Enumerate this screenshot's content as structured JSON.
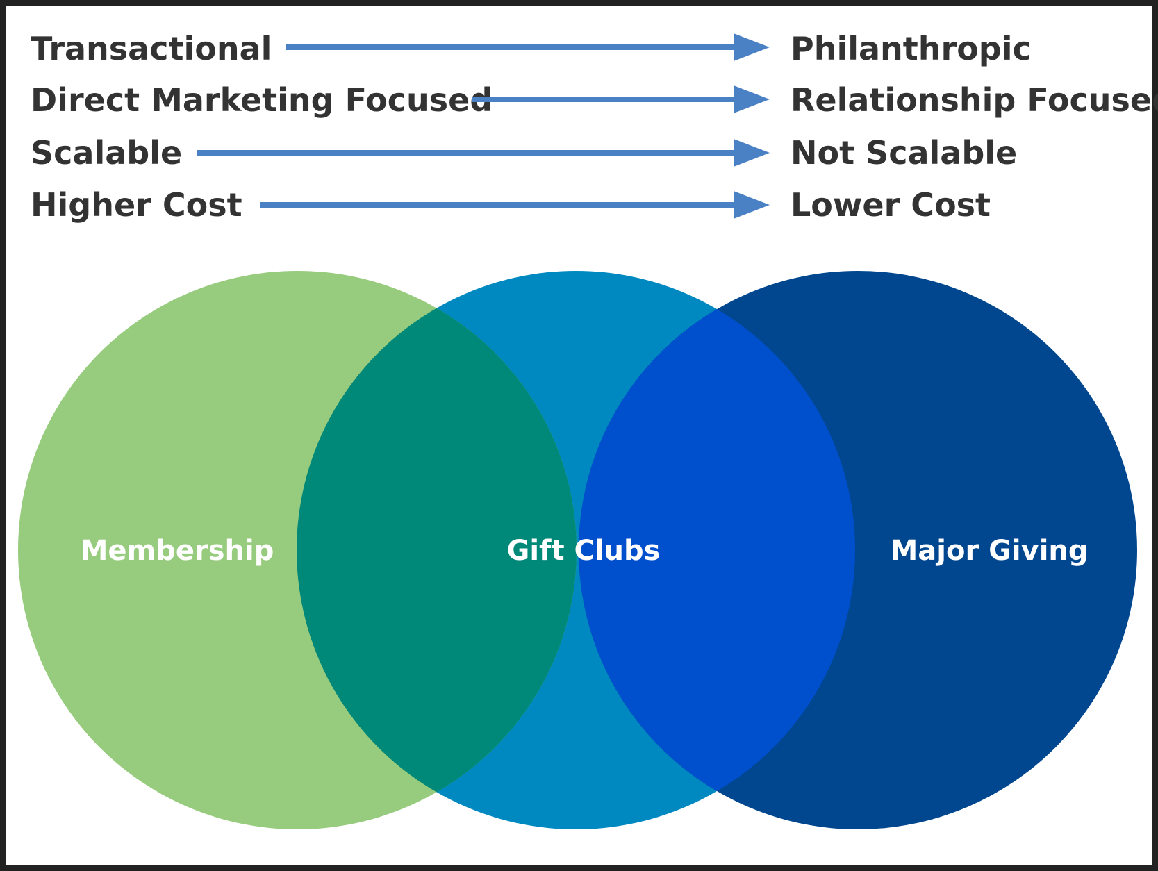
{
  "rows": [
    {
      "left": "Transactional",
      "right": "Philanthropic"
    },
    {
      "left": "Direct Marketing Focused",
      "right": "Relationship Focused"
    },
    {
      "left": "Scalable",
      "right": "Not Scalable"
    },
    {
      "left": "Higher Cost",
      "right": "Lower Cost"
    }
  ],
  "circles": {
    "left": "Membership",
    "middle": "Gift Clubs",
    "right": "Major Giving"
  },
  "colors": {
    "arrow": "#4a80c4",
    "circle_left": "#97cb7d",
    "circle_middle": "#0089c0",
    "circle_right": "#00478f",
    "overlap_left_middle": "#008878",
    "overlap_middle_right": "#004fcd",
    "border": "#222222",
    "text": "#333333"
  }
}
